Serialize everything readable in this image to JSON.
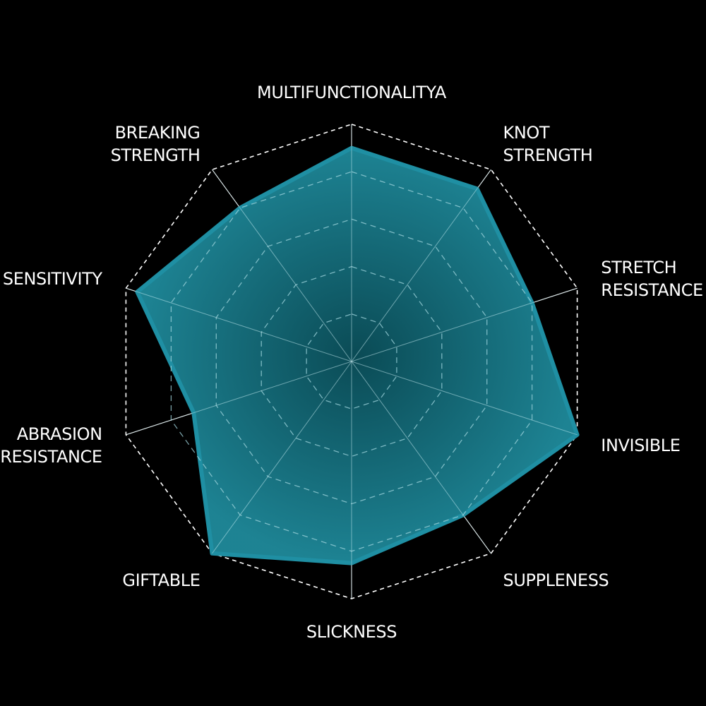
{
  "chart_data": {
    "type": "radar",
    "axes": [
      [
        "MULTIFUNCTIONALITYA"
      ],
      [
        "KNOT",
        "STRENGTH"
      ],
      [
        "STRETCH",
        "RESISTANCE"
      ],
      [
        "INVISIBLE"
      ],
      [
        "SUPPLENESS"
      ],
      [
        "SLICKNESS"
      ],
      [
        "GIFTABLE"
      ],
      [
        "ABRASION",
        "RESISTANCE"
      ],
      [
        "SENSITIVITY"
      ],
      [
        "BREAKING",
        "STRENGTH"
      ]
    ],
    "values": [
      9,
      9,
      8,
      10,
      8,
      8.5,
      10,
      7,
      9.5,
      8
    ],
    "range": [
      0,
      10
    ],
    "grid_levels": [
      2,
      4,
      6,
      8,
      10
    ],
    "grid_shape": "polygon",
    "legend": "none",
    "colors": {
      "background": "#000000",
      "fill": "#1f8a9b",
      "fill_center": "#0b4f5a",
      "stroke": "#1f8fa3",
      "grid_outer": "#ffffff",
      "grid_inner": "#9fd4dc",
      "spoke": "#ffffff",
      "label": "#ffffff"
    }
  }
}
